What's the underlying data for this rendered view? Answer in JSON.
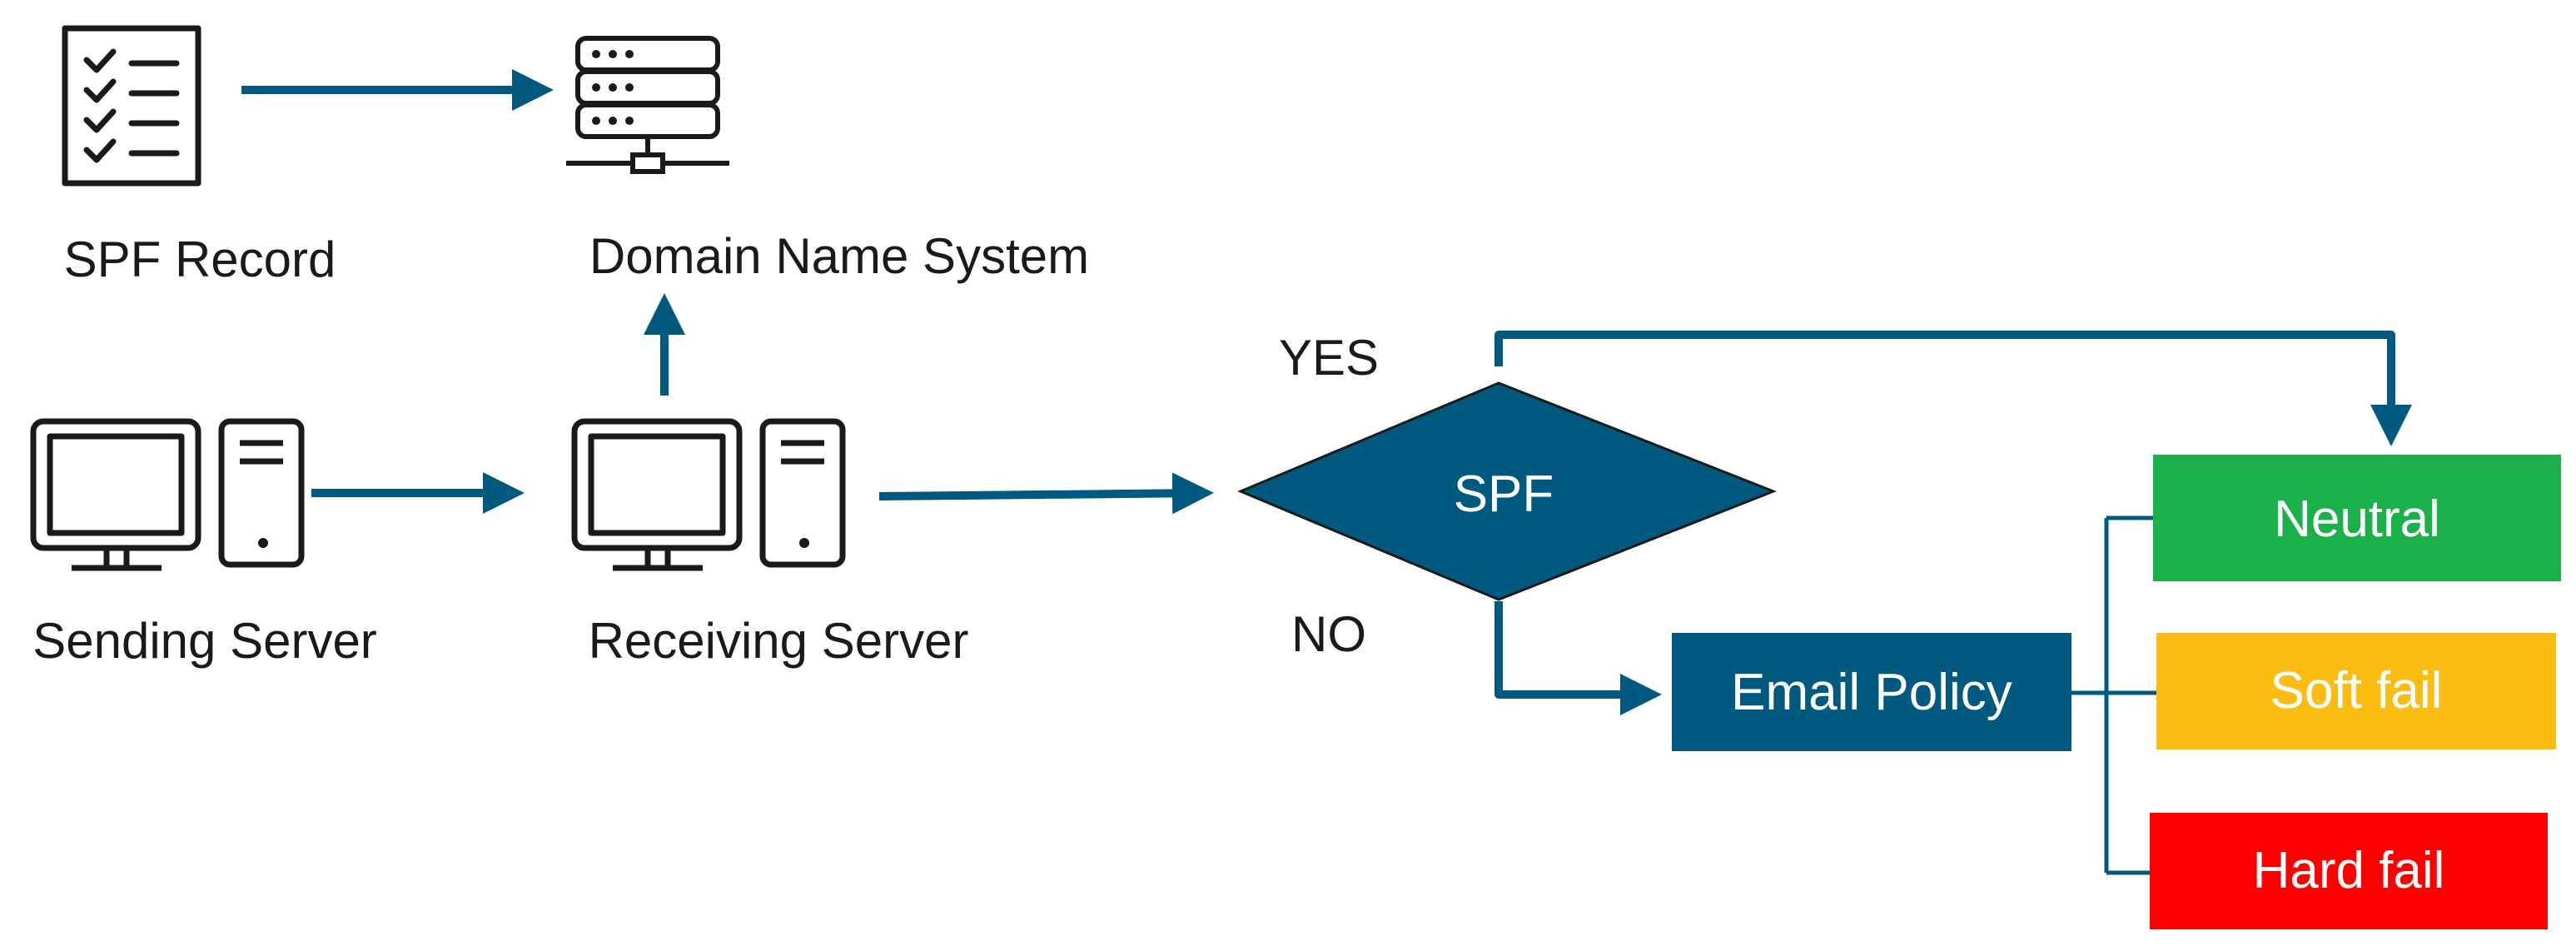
{
  "labels": {
    "spf_record": "SPF Record",
    "dns": "Domain Name System",
    "sending_server": "Sending Server",
    "receiving_server": "Receiving Server",
    "yes": "YES",
    "no": "NO"
  },
  "decision": {
    "label": "SPF"
  },
  "policy": {
    "label": "Email Policy"
  },
  "outcomes": [
    {
      "label": "Neutral",
      "color": "#1ab14b"
    },
    {
      "label": "Soft fail",
      "color": "#fbbd12"
    },
    {
      "label": "Hard fail",
      "color": "#ff0000"
    }
  ],
  "colors": {
    "accent": "#005a7f",
    "icon_stroke": "#1a1a1a"
  },
  "icons": [
    "checklist-icon",
    "server-rack-icon",
    "desktop-computer-icon",
    "tower-pc-icon"
  ]
}
